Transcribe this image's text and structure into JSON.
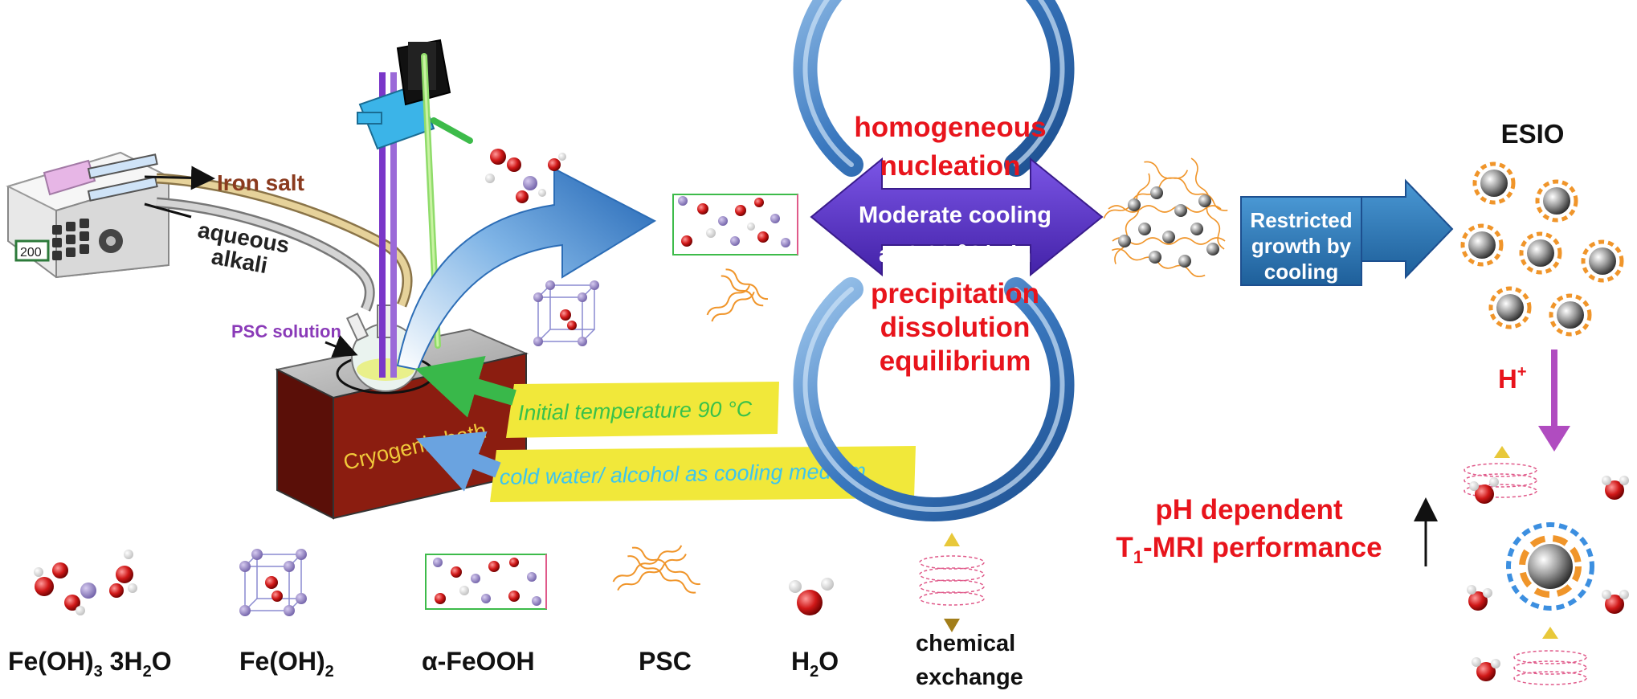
{
  "labels": {
    "iron_salt": "Iron salt",
    "aqueous_alkali_1": "aqueous",
    "aqueous_alkali_2": "alkali",
    "pump_display": "200",
    "psc_solution": "PSC solution",
    "cryogenic_bath": "Cryogenic bath",
    "initial_temperature": "Initial temperature 90 °C",
    "cooling_medium": "cold water/ alcohol as cooling medium",
    "homogeneous_1": "homogeneous",
    "homogeneous_2": "nucleation",
    "cooling_rate_1": "Moderate cooling",
    "cooling_rate_2_prefix": "at 0.28 ",
    "cooling_rate_2_sup": "o",
    "cooling_rate_2_suffix": "C/min",
    "precip_1": "precipitation",
    "precip_2": "dissolution",
    "precip_3": "equilibrium",
    "restricted_1": "Restricted",
    "restricted_2": "growth by",
    "restricted_3": "cooling",
    "esio": "ESIO",
    "h_plus_base": "H",
    "h_plus_sup": "+",
    "ph_1": "pH dependent",
    "ph_2_t": "T",
    "ph_2_sub": "1",
    "ph_2_rest": "-MRI performance"
  },
  "legend": [
    {
      "main": "Fe(OH)",
      "sub": "3",
      "rest": " 3H",
      "sub2": "2",
      "rest2": "O"
    },
    {
      "main": "Fe(OH)",
      "sub": "2",
      "rest": "",
      "sub2": "",
      "rest2": ""
    },
    {
      "main": "α-FeOOH",
      "sub": "",
      "rest": "",
      "sub2": "",
      "rest2": ""
    },
    {
      "main": "PSC",
      "sub": "",
      "rest": "",
      "sub2": "",
      "rest2": ""
    },
    {
      "main": "H",
      "sub": "2",
      "rest": "O",
      "sub2": "",
      "rest2": ""
    }
  ],
  "legend_exchange": [
    "chemical",
    "exchange"
  ],
  "colors": {
    "red_text": "#e8141c",
    "purple_arrow": "#5b32c8",
    "blue_ring": "#3f7fc4",
    "blue_box": "#2f7ab8",
    "orange_fiber": "#f0952a",
    "highlight": "#f1e83a",
    "green_text": "#39c14a",
    "cyan_text": "#3dc4ee",
    "bath_brown": "#7a1a10"
  },
  "icons": [
    "syringe-pump-icon",
    "stirrer-icon",
    "flask-icon",
    "molecule-icon",
    "lattice-icon",
    "fiber-icon",
    "nanoparticle-icon",
    "water-molecule-icon",
    "exchange-arrow-icon"
  ]
}
